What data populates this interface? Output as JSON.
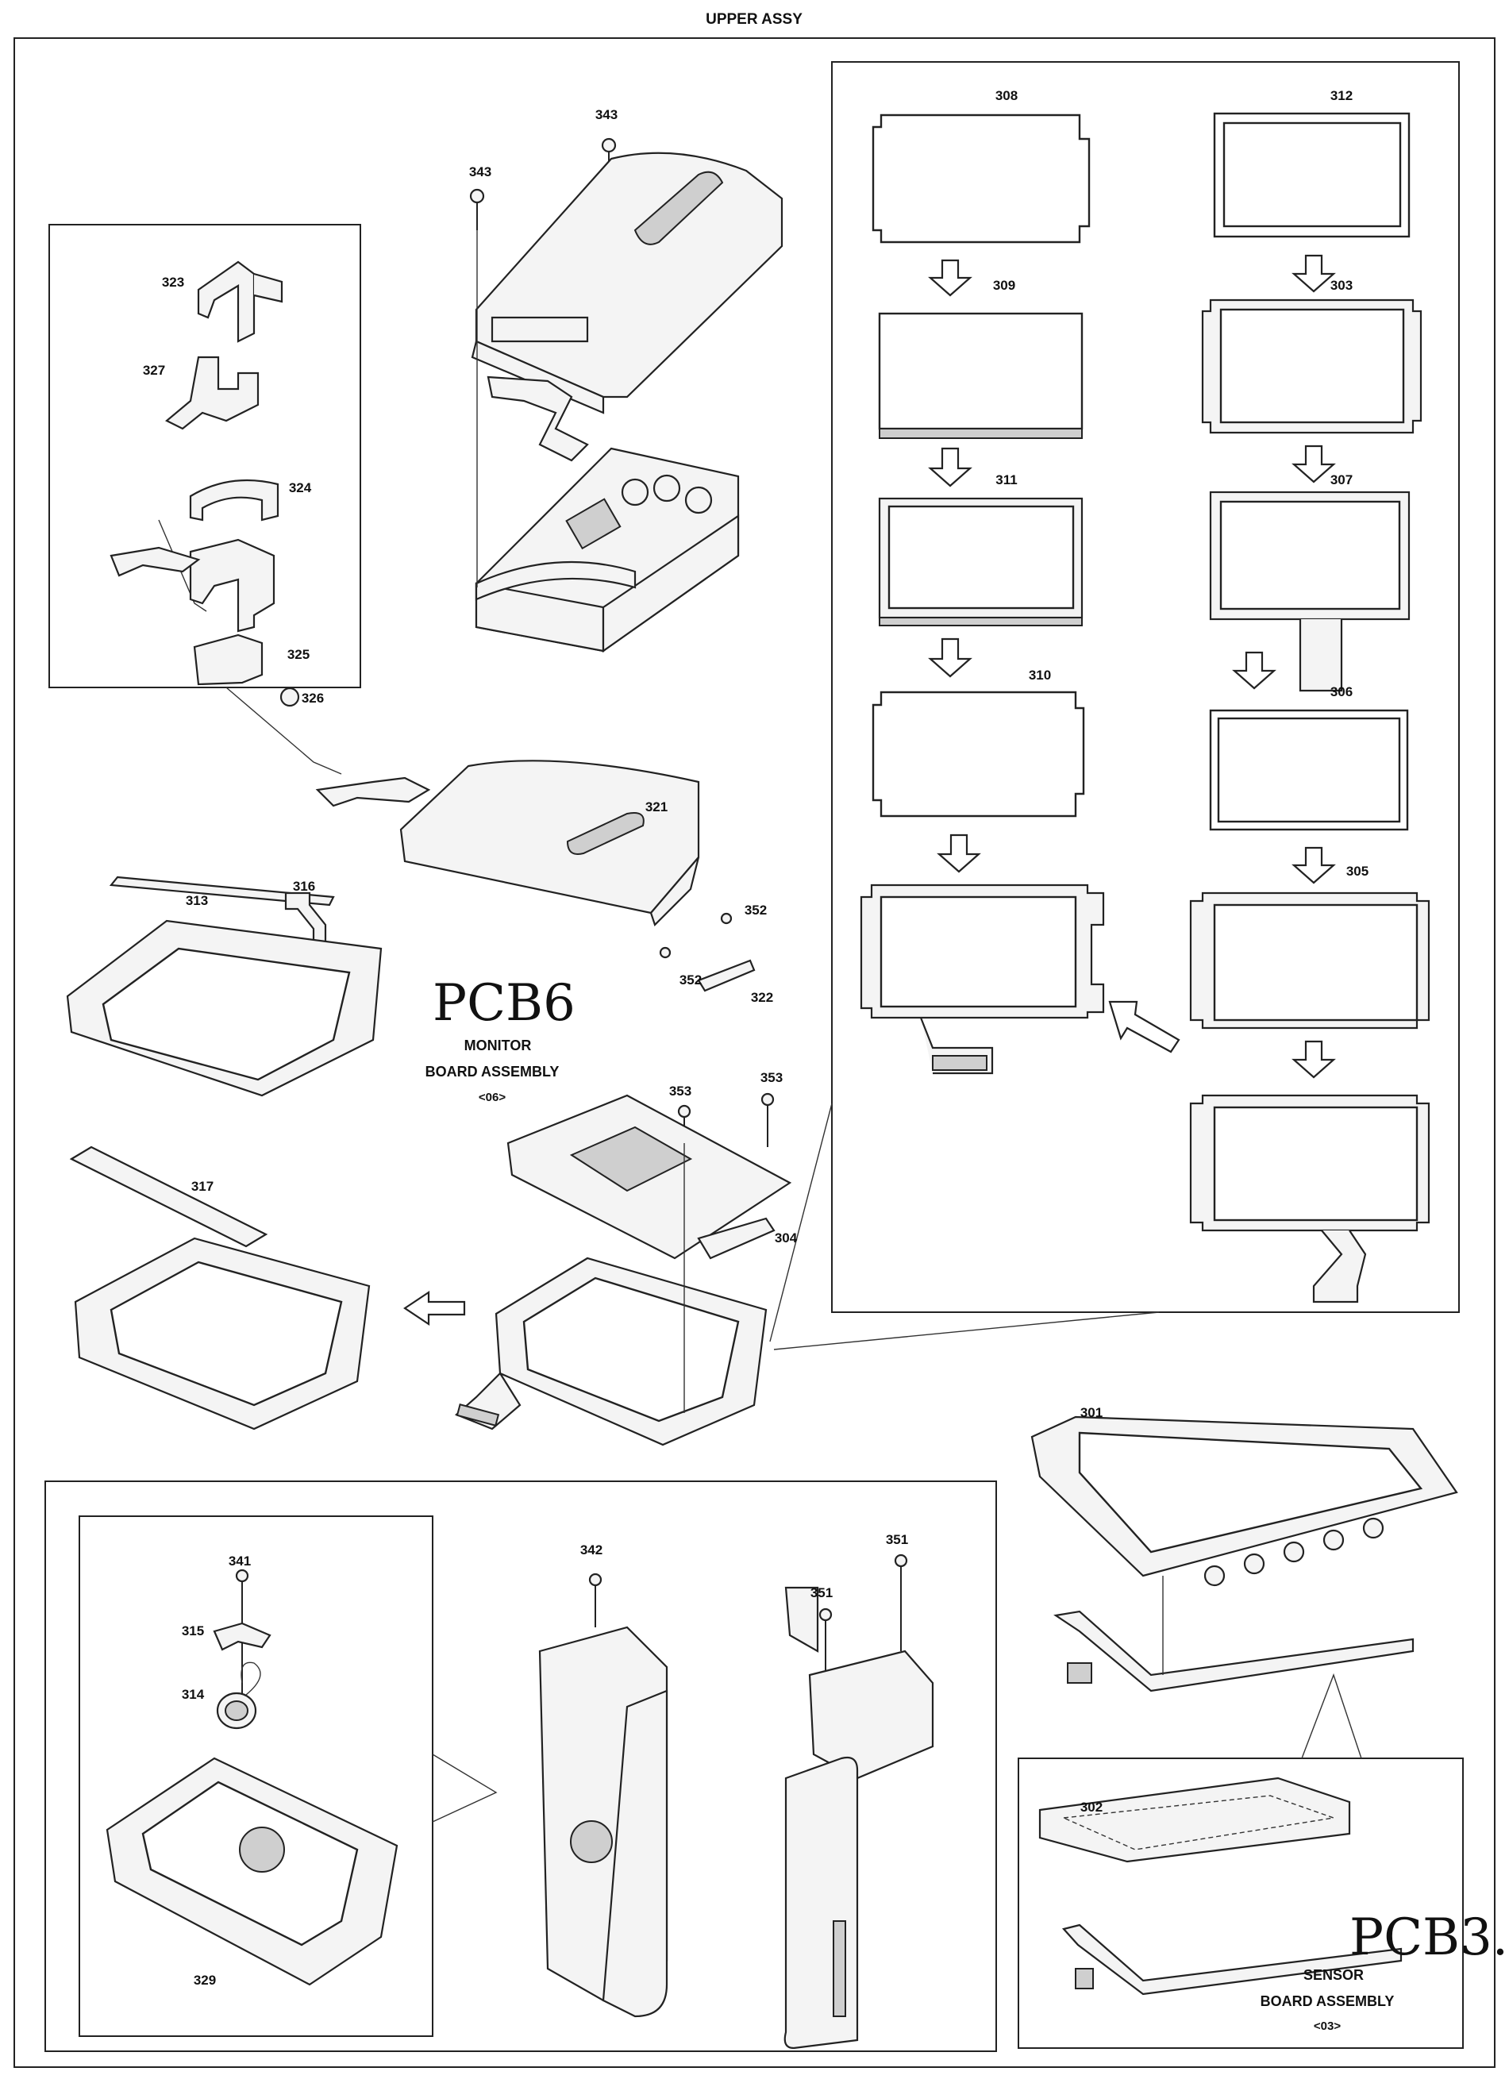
{
  "title": "UPPER ASSY",
  "part_labels": {
    "p301": "301",
    "p302": "302",
    "p303": "303",
    "p304": "304",
    "p305": "305",
    "p306": "306",
    "p307": "307",
    "p308": "308",
    "p309": "309",
    "p310": "310",
    "p311": "311",
    "p312": "312",
    "p313": "313",
    "p314": "314",
    "p315": "315",
    "p316": "316",
    "p317": "317",
    "p321": "321",
    "p322": "322",
    "p323": "323",
    "p324": "324",
    "p325": "325",
    "p326": "326",
    "p327": "327",
    "p329": "329",
    "p341": "341",
    "p342": "342",
    "p343a": "343",
    "p343b": "343",
    "p351a": "351",
    "p351b": "351",
    "p352a": "352",
    "p352b": "352",
    "p353a": "353",
    "p353b": "353"
  },
  "pcb6": {
    "handwritten": "PCB6",
    "line1": "MONITOR",
    "line2": "BOARD ASSEMBLY",
    "code": "<06>"
  },
  "pcb3": {
    "handwritten": "PCB3.",
    "line1": "SENSOR",
    "line2": "BOARD ASSEMBLY",
    "code": "<03>"
  }
}
